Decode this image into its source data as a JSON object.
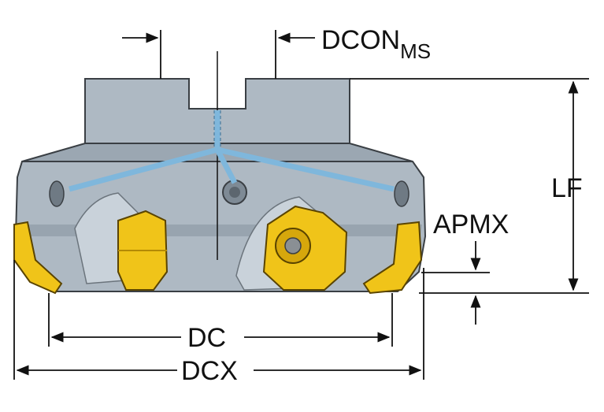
{
  "labels": {
    "dcon": "DCON",
    "dcon_sub": "MS",
    "lf": "LF",
    "apmx": "APMX",
    "dc": "DC",
    "dcx": "DCX"
  },
  "colors": {
    "body": "#aeb9c3",
    "body_dark": "#8d99a4",
    "body_light": "#c6cfd7",
    "coolant": "#7fb7dc",
    "insert": "#f0c419",
    "insert_dark": "#b48a05",
    "line": "#111111"
  }
}
